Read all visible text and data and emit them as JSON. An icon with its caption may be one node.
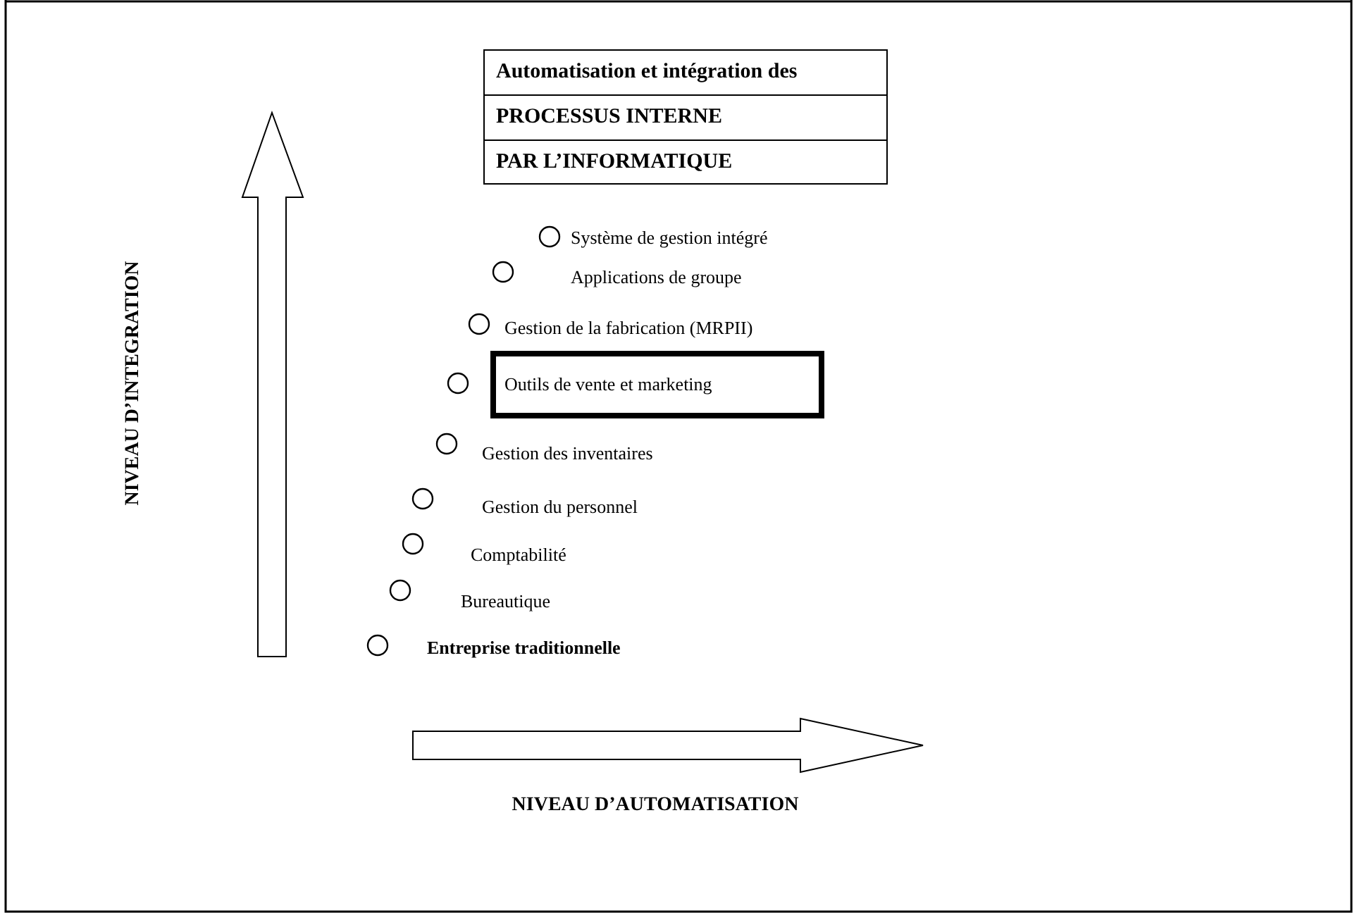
{
  "diagram": {
    "nodes": [
      {
        "text": [
          "Automatisation et intégration des",
          "PROCESSUS INTERNE",
          "PAR L’INFORMATIQUE"
        ]
      },
      {
        "text": [
          "Outils de vente et marketing"
        ]
      }
    ],
    "edges": [],
    "labels": [
      "Système de gestion intégré",
      "Applications de groupe",
      "Gestion de la fabrication (MRPII)",
      "Gestion des inventaires",
      "Gestion du personnel",
      "Comptabilité",
      "Bureautique",
      "Entreprise traditionnelle",
      "NIVEAU D’INTEGRATION",
      "NIVEAU D’AUTOMATISATION"
    ]
  }
}
